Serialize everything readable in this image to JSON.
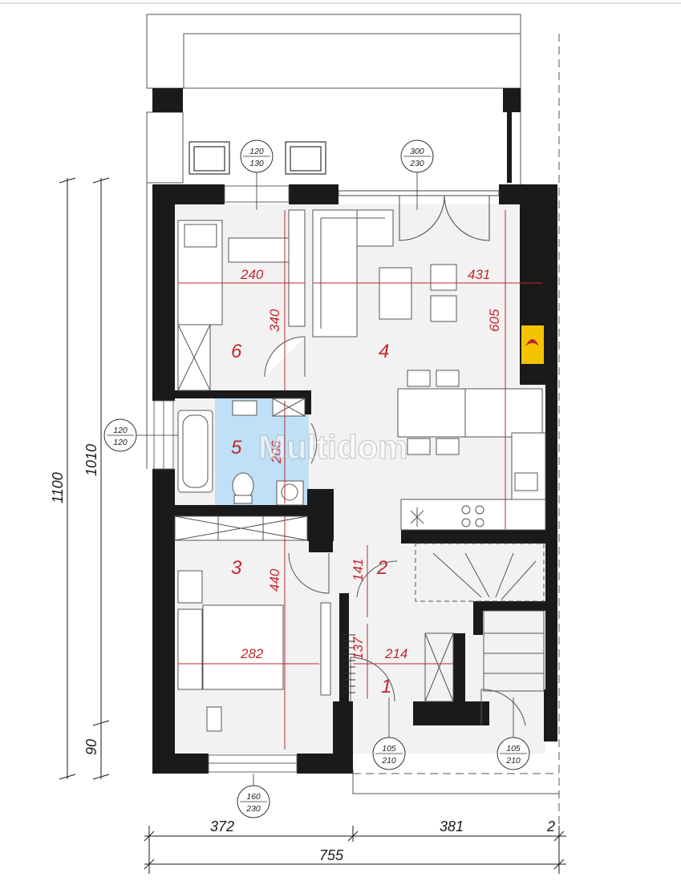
{
  "watermark": "Multidom",
  "rooms": [
    {
      "number": "1"
    },
    {
      "number": "2"
    },
    {
      "number": "3"
    },
    {
      "number": "4"
    },
    {
      "number": "5"
    },
    {
      "number": "6"
    }
  ],
  "dimensions": {
    "room6_width": "240",
    "room6_length": "340",
    "room4_width": "431",
    "room4_length": "605",
    "room5_length": "206",
    "room3_width": "282",
    "room3_length": "440",
    "room2_length": "141",
    "room1_width": "214",
    "room1_length": "137",
    "overall_height": "1100",
    "interior_height": "1010",
    "terrace_depth": "90",
    "bottom_left": "372",
    "bottom_right": "381",
    "bottom_corner": "2",
    "total_width": "755"
  },
  "openings": {
    "window_terrace_small": {
      "w": "120",
      "h": "130"
    },
    "terrace_door": {
      "w": "300",
      "h": "230"
    },
    "bath_window": {
      "w": "120",
      "h": "120"
    },
    "entry_door": {
      "w": "105",
      "h": "210"
    },
    "utility_door": {
      "w": "105",
      "h": "210"
    },
    "bedroom_window": {
      "w": "160",
      "h": "230"
    }
  },
  "colors": {
    "wall": "#1a1a1a",
    "dimension": "#c1272d",
    "bathroom_fill": "#bfe0f7",
    "floor_fill": "#f2f2f2",
    "fireplace": "#f4c400"
  }
}
